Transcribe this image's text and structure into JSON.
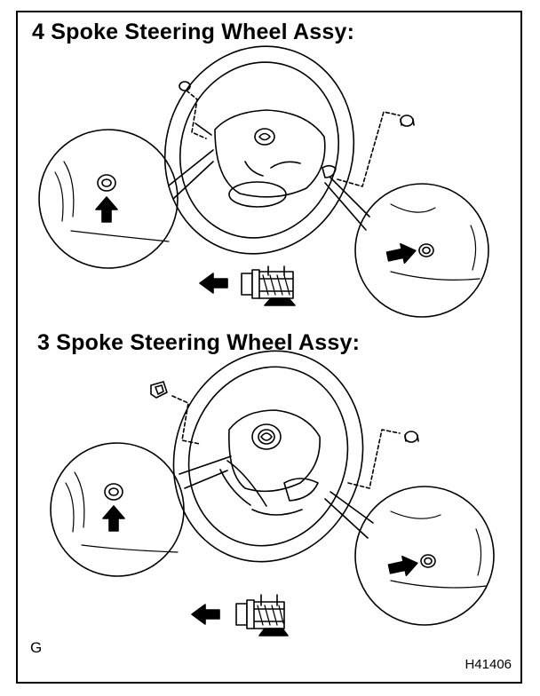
{
  "sections": [
    {
      "title": "4 Spoke Steering Wheel Assy:"
    },
    {
      "title": "3 Spoke Steering Wheel Assy:"
    }
  ],
  "corner_letter": "G",
  "figure_code": "H41406",
  "icons": [
    "steering-wheel-4-spoke",
    "steering-wheel-3-spoke",
    "magnifier-circle",
    "push-arrow",
    "left-arrow",
    "clip-detail"
  ]
}
